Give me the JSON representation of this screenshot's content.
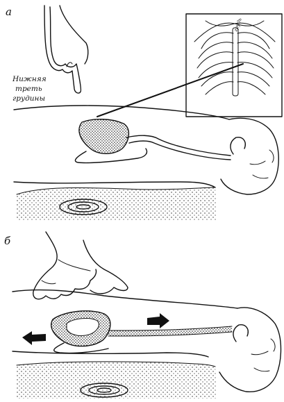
{
  "panels": [
    {
      "letter": "а",
      "caption_lines": [
        "Нижняя",
        "треть",
        "грудины"
      ]
    },
    {
      "letter": "б"
    }
  ],
  "callout_text": "грудь",
  "colors": {
    "ink": "#111111",
    "paper": "#ffffff"
  },
  "icons": {
    "pointing_hand": "pointing-hand-icon",
    "compressing_hands": "compressing-hands-icon",
    "arrow_left": "arrow-left-icon",
    "arrow_right": "arrow-right-icon"
  }
}
